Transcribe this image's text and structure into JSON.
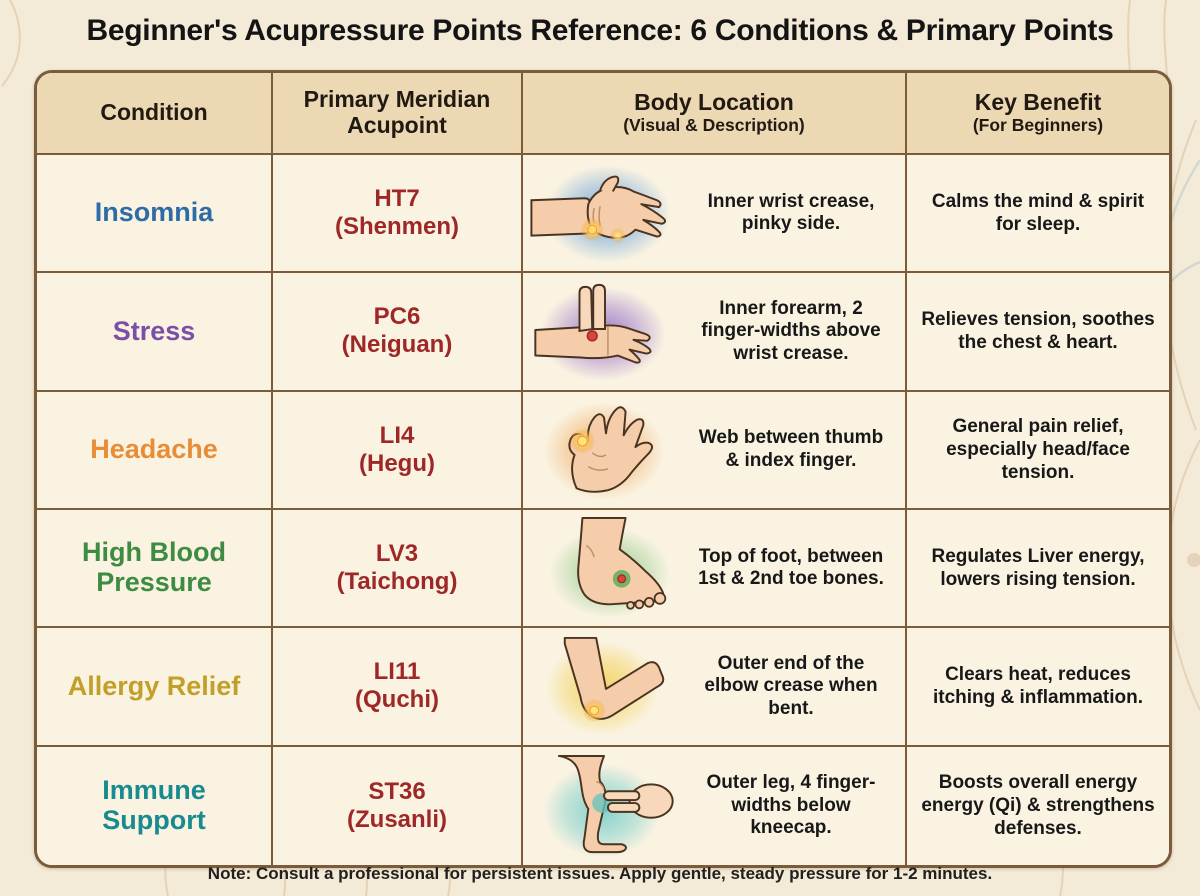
{
  "page": {
    "title": "Beginner's Acupressure Points Reference: 6 Conditions & Primary Points",
    "footnote": "Note: Consult a professional for persistent issues. Apply gentle, steady pressure for 1-2 minutes."
  },
  "colors": {
    "page_background": "#f3ead7",
    "cell_background": "#faf3e2",
    "header_background": "#ecd8b3",
    "table_border": "#7a5b3a",
    "acupoint_red": "#9e2828"
  },
  "table": {
    "headers": {
      "condition": "Condition",
      "acupoint_line1": "Primary Meridian",
      "acupoint_line2": "Acupoint",
      "location_title": "Body Location",
      "location_sub": "(Visual & Description)",
      "benefit_title": "Key Benefit",
      "benefit_sub": "(For Beginners)"
    },
    "rows": [
      {
        "condition": "Insomnia",
        "condition_color": "#2e6ca6",
        "acupoint_code": "HT7",
        "acupoint_name": "(Shenmen)",
        "illustration": "hand-inner-wrist-illustration",
        "glow_color": "#6aa2d8",
        "location": "Inner wrist crease, pinky side.",
        "benefit": "Calms the mind & spirit for sleep."
      },
      {
        "condition": "Stress",
        "condition_color": "#7b4fa6",
        "acupoint_code": "PC6",
        "acupoint_name": "(Neiguan)",
        "illustration": "fingers-pressing-forearm-illustration",
        "glow_color": "#9a73c9",
        "location": "Inner forearm, 2 finger-widths above wrist crease.",
        "benefit": "Relieves tension, soothes the chest & heart."
      },
      {
        "condition": "Headache",
        "condition_color": "#e88d35",
        "acupoint_code": "LI4",
        "acupoint_name": "(Hegu)",
        "illustration": "open-hand-thumb-web-illustration",
        "glow_color": "#f0a85c",
        "location": "Web between thumb & index finger.",
        "benefit": "General pain relief, especially head/face tension."
      },
      {
        "condition": "High Blood Pressure",
        "condition_color": "#3e8b42",
        "acupoint_code": "LV3",
        "acupoint_name": "(Taichong)",
        "illustration": "top-of-foot-illustration",
        "glow_color": "#8fcb8b",
        "location": "Top of foot, between 1st & 2nd toe bones.",
        "benefit": "Regulates Liver energy, lowers rising tension."
      },
      {
        "condition": "Allergy Relief",
        "condition_color": "#c2a028",
        "acupoint_code": "LI11",
        "acupoint_name": "(Quchi)",
        "illustration": "bent-elbow-crease-illustration",
        "glow_color": "#f3d25e",
        "location": "Outer end of the elbow crease when bent.",
        "benefit": "Clears heat, reduces itching & inflammation."
      },
      {
        "condition": "Immune Support",
        "condition_color": "#178b8f",
        "acupoint_code": "ST36",
        "acupoint_name": "(Zusanli)",
        "illustration": "leg-below-kneecap-illustration",
        "glow_color": "#7fd0cc",
        "location": "Outer leg, 4 finger-widths below kneecap.",
        "benefit": "Boosts overall energy energy (Qi) & strengthens defenses."
      }
    ]
  }
}
